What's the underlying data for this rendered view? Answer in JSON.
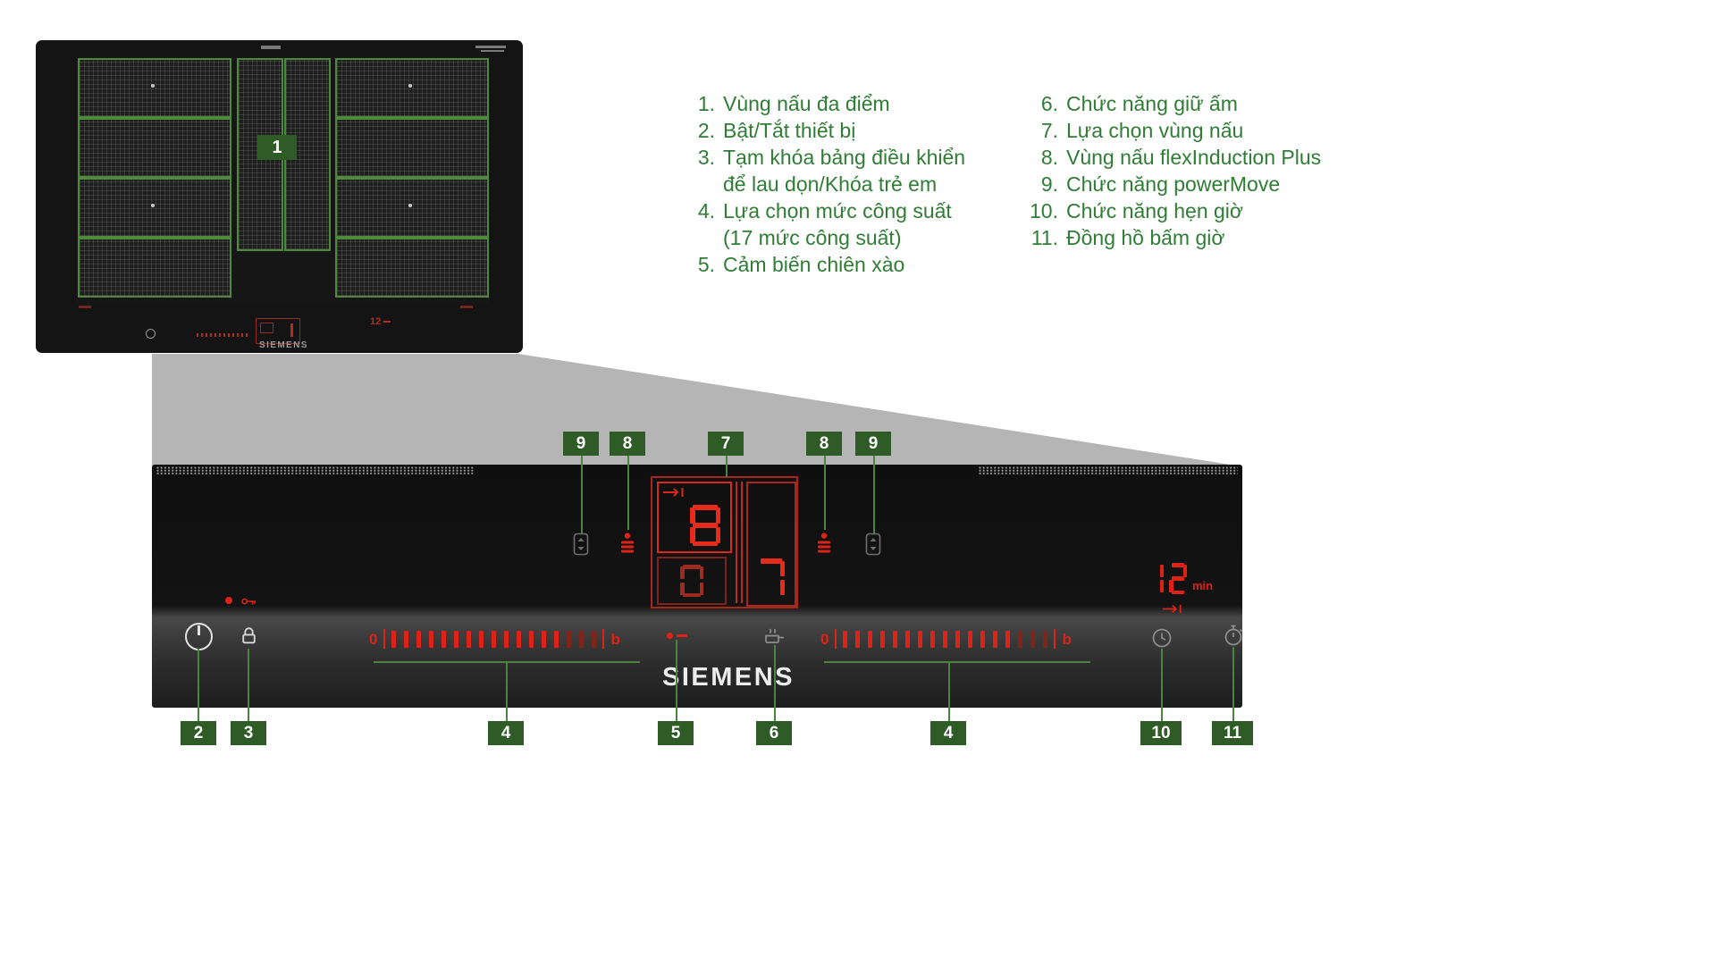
{
  "colors": {
    "green_text": "#2f7d35",
    "green_box": "#2f5b26",
    "green_line": "#4a8440",
    "green_zone": "#4e8a3c",
    "red": "#de2218",
    "red_dim": "#7e241a"
  },
  "legend": {
    "col1": [
      {
        "num": "1.",
        "label": "Vùng nấu đa điểm"
      },
      {
        "num": "2.",
        "label": "Bật/Tắt thiết bị"
      },
      {
        "num": "3.",
        "label": "Tạm khóa bảng điều khiển\nđể lau dọn/Khóa trẻ em"
      },
      {
        "num": "4.",
        "label": "Lựa chọn mức công suất\n(17 mức công suất)"
      },
      {
        "num": "5.",
        "label": "Cảm biến chiên xào"
      }
    ],
    "col2": [
      {
        "num": "6.",
        "label": "Chức năng giữ ấm"
      },
      {
        "num": "7.",
        "label": "Lựa chọn vùng nấu"
      },
      {
        "num": "8.",
        "label": "Vùng nấu flexInduction Plus"
      },
      {
        "num": "9.",
        "label": "Chức năng powerMove"
      },
      {
        "num": "10.",
        "label": "Chức năng hẹn giờ"
      },
      {
        "num": "11.",
        "label": "Đồng hồ bấm giờ"
      }
    ]
  },
  "cooktop": {
    "callout": "1",
    "brand": "SIEMENS",
    "mini_timer": "12"
  },
  "panel": {
    "brand": "SIEMENS",
    "slider": {
      "start": "0",
      "end": "b",
      "bars": 17
    },
    "display": {
      "zone_value": "8",
      "zone_secondary": "0",
      "zone_selected": "7"
    },
    "timer": {
      "value": "12",
      "unit": "min"
    },
    "callouts_top": [
      "9",
      "8",
      "7",
      "8",
      "9"
    ],
    "callouts_bottom": [
      "2",
      "3",
      "4",
      "5",
      "6",
      "4",
      "10",
      "11"
    ]
  }
}
